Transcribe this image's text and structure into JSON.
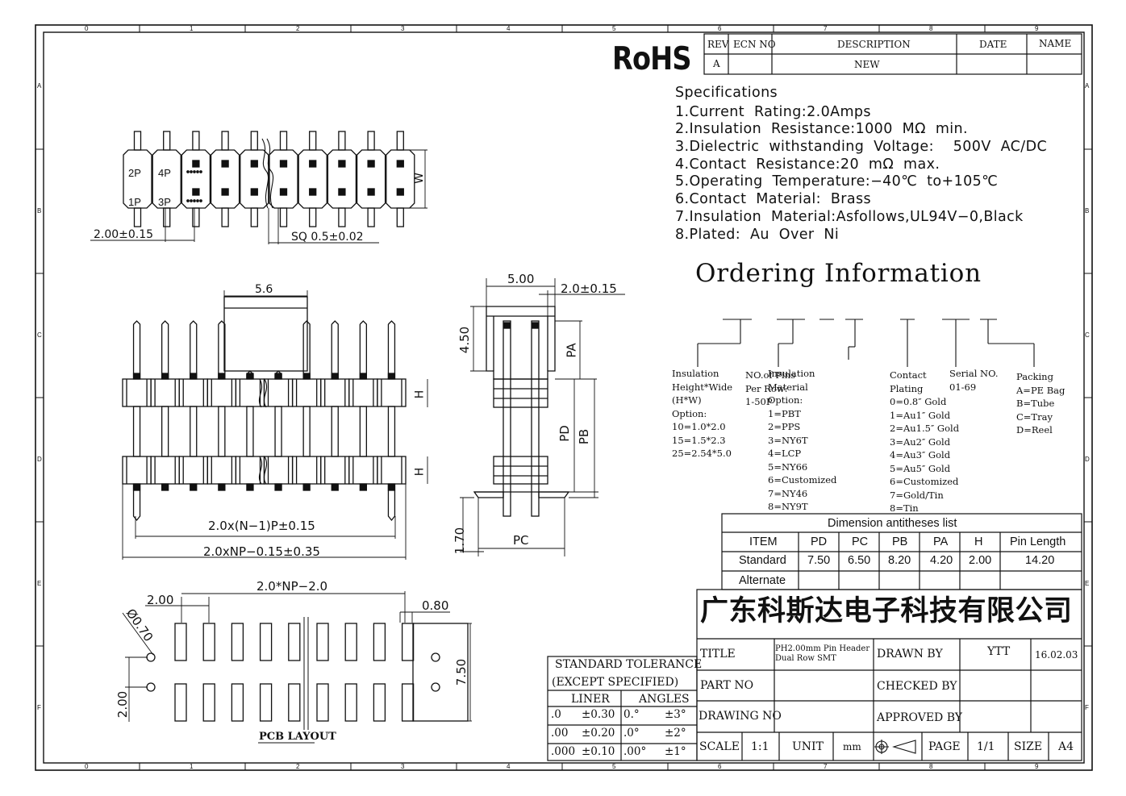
{
  "rohs": "RoHS",
  "revision_table": {
    "headers": [
      "REV",
      "ECN NO",
      "DESCRIPTION",
      "DATE",
      "NAME"
    ],
    "row": {
      "rev": "A",
      "description": "NEW"
    }
  },
  "grid": {
    "columns": [
      "0",
      "1",
      "2",
      "3",
      "4",
      "5",
      "6",
      "7",
      "8",
      "9"
    ],
    "rows": [
      "A",
      "B",
      "C",
      "D",
      "E",
      "F"
    ]
  },
  "specifications": {
    "title": "Specifications",
    "items": [
      "1.Current  Rating:2.0Amps",
      "2.Insulation  Resistance:1000  MΩ  min.",
      "3.Dielectric  withstanding  Voltage:    500V  AC/DC",
      "4.Contact  Resistance:20  mΩ  max.",
      "5.Operating  Temperature:−40℃  to+105℃",
      "6.Contact  Material:  Brass",
      "7.Insulation  Material:Asfollows,UL94V−0,Black",
      "8.Plated:  Au  Over  Ni"
    ]
  },
  "ordering": {
    "title": "Ordering  Information",
    "insulation_height": "Insulation\nHeight*Wide\n(H*W)\nOption:\n10=1.0*2.0\n15=1.5*2.3\n25=2.54*5.0",
    "no_of_pins": "NO.of Pins\nPer Row:\n1-50P",
    "insulation_material": "Insulation\nMaterial\nOption:\n1=PBT\n2=PPS\n3=NY6T\n4=LCP\n5=NY66\n6=Customized\n7=NY46\n8=NY9T",
    "contact_plating": "Contact\nPlating\n0=0.8″ Gold\n1=Au1″ Gold\n2=Au1.5″ Gold\n3=Au2″ Gold\n4=Au3″ Gold\n5=Au5″ Gold\n6=Customized\n7=Gold/Tin\n8=Tin",
    "serial_no": "Serial NO.\n01-69",
    "packing": "Packing\nA=PE Bag\nB=Tube\nC=Tray\nD=Reel"
  },
  "dimension_list": {
    "title": "Dimension antitheses list",
    "headers": [
      "ITEM",
      "PD",
      "PC",
      "PB",
      "PA",
      "H",
      "Pin Length"
    ],
    "standard": [
      "Standard",
      "7.50",
      "6.50",
      "8.20",
      "4.20",
      "2.00",
      "14.20"
    ],
    "alternate": "Alternate"
  },
  "company": "广东科斯达电子科技有限公司",
  "title_block": {
    "title_label": "TITLE",
    "title_value": "PH2.00mm Pin Header\nDual Row SMT",
    "drawn_by_label": "DRAWN BY",
    "drawn_by": "YTT",
    "date": "16.02.03",
    "part_no_label": "PART NO",
    "checked_by_label": "CHECKED BY",
    "drawing_no_label": "DRAWING NO",
    "approved_by_label": "APPROVED BY",
    "scale_label": "SCALE",
    "scale": "1:1",
    "unit_label": "UNIT",
    "unit": "mm",
    "page_label": "PAGE",
    "page": "1/1",
    "size_label": "SIZE",
    "size": "A4"
  },
  "tolerance": {
    "title_line1": "STANDARD TOLERANCE",
    "title_line2": "(EXCEPT   SPECIFIED)",
    "liner_label": "LINER",
    "angles_label": "ANGLES",
    "rows": [
      {
        "liner_dec": ".0",
        "liner_tol": "±0.30",
        "ang_dec": "0.°",
        "ang_tol": "±3°"
      },
      {
        "liner_dec": ".00",
        "liner_tol": "±0.20",
        "ang_dec": ".0°",
        "ang_tol": "±2°"
      },
      {
        "liner_dec": ".000",
        "liner_tol": "±0.10",
        "ang_dec": ".00°",
        "ang_tol": "±1°"
      }
    ]
  },
  "top_view": {
    "pin_labels": [
      "2P",
      "4P",
      "1P",
      "3P"
    ],
    "dim_pitch": "2.00±0.15",
    "dim_sq": "SQ  0.5±0.02",
    "dim_w": "W"
  },
  "front_view": {
    "dim_top": "5.6",
    "dim_h1": "H",
    "dim_h2": "H",
    "dim_np_pitch": "2.0x(N−1)P±0.15",
    "dim_np_length": "2.0xNP−0.15±0.35"
  },
  "side_view": {
    "dim_width": "5.00",
    "dim_pitch": "2.0±0.15",
    "dim_450": "4.50",
    "dim_pa": "PA",
    "dim_pd": "PD",
    "dim_pb": "PB",
    "dim_170": "1.70",
    "dim_pc": "PC"
  },
  "pcb_layout": {
    "title": "PCB LAYOUT",
    "dim_200_top": "2.00",
    "dim_np": "2.0*NP−2.0",
    "dim_080": "0.80",
    "dim_070": "Ø0.70",
    "dim_750": "7.50",
    "dim_200_left": "2.00"
  }
}
